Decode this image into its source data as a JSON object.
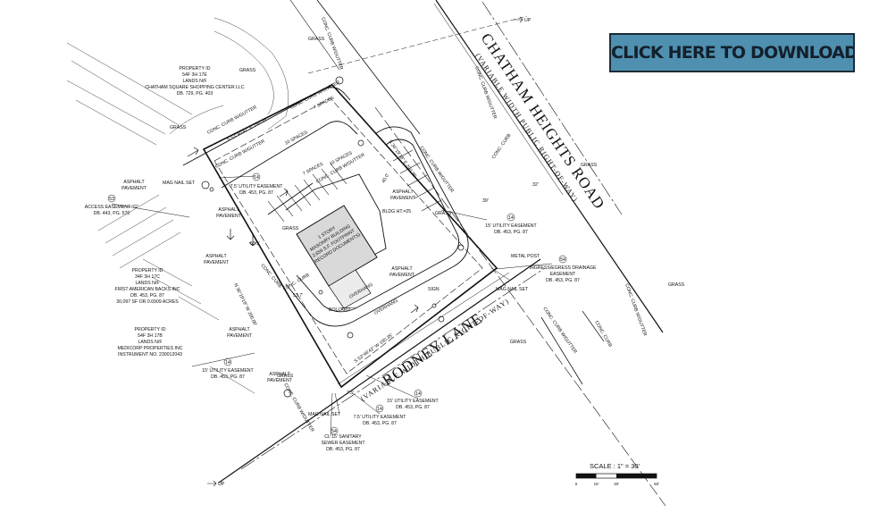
{
  "cta": {
    "label": "CLICK HERE TO DOWNLOAD SURVEY"
  },
  "roads": {
    "chatham_name": "CHATHAM HEIGHTS ROAD",
    "chatham_row": "(VARIABLE WIDTH PUBLIC RIGHT-OF-WAY)",
    "rodney_name": "RODNEY LANE",
    "rodney_row": "(VARIABLE WIDTH PUBLIC RIGHT-OF-WAY)"
  },
  "parcels": {
    "north": [
      "PROPERTY ID",
      "54F 3H 17E",
      "LANDS N/F",
      "CHATHAM SQUARE SHOPPING CENTER LLC",
      "DB. 729, PG. 403"
    ],
    "west": [
      "PROPERTY ID",
      "34F 3H 17C",
      "LANDS N/F",
      "FIRST AMERICAN BACKS INC",
      "DB. 453, PG. 87",
      "30,097 SF OR 0.6909 ACRES"
    ],
    "southwest": [
      "PROPERTY ID",
      "54F 3H 17B",
      "LANDS N/F",
      "MEDICORP PROPERTIES INC",
      "INSTRUMENT NO. 230012043"
    ]
  },
  "building": [
    "1 STORY",
    "MASONRY BUILDING",
    "2,659 S.F. FOOTPRINT",
    "(RECORD DOCUMENTS)"
  ],
  "bldg_height": "BLDG HT.=25",
  "easements": {
    "access": [
      "ACCESS EASEMENT \"G\"",
      "DB. 443, PG. 570"
    ],
    "util_top": [
      "7.5' UTILITY EASEMENT",
      "DB. 453, PG. 87"
    ],
    "util_right": [
      "15' UTILITY EASEMENT",
      "DB. 453, PG. 87"
    ],
    "drainage": [
      "INGRESS/EGRESS DRAINAGE",
      "EASEMENT",
      "DB. 453, PG. 87"
    ],
    "util_left": [
      "15' UTILITY EASEMENT",
      "DB. 453, PG. 87"
    ],
    "util_bottom15": [
      "15' UTILITY EASEMENT",
      "DB. 453, PG. 87"
    ],
    "util_bottom75": [
      "7.5' UTILITY EASEMENT",
      "DB. 453, PG. 87"
    ],
    "sewer": [
      "CL 15' SANITARY",
      "SEWER EASEMENT",
      "DB. 453, PG. 87"
    ]
  },
  "bearings": {
    "top": "S 53°40'42\" E 150.35'",
    "right": "S 36°19'18\" E 200.35'",
    "left": "N 36°19'18\" W 200.00'",
    "bottom": "S 53°46'42\" W 150.35'"
  },
  "labels": {
    "grass": "GRASS",
    "asphalt": "ASPHALT",
    "pavement": "PAVEMENT",
    "curb": "CONC. CURB W/GUTTER",
    "conc_curb": "CONC. CURB",
    "mag_nail": "MAG NAIL SET",
    "metal_post": "METAL POST",
    "bollard": "BOLLARD",
    "overhang": "OVERHANG",
    "spaces7": "7 SPACES",
    "spaces10": "10 SPACES",
    "sign": "SIGN",
    "up": "UP",
    "dim_53_5": "53.5'",
    "dim_53_7": "53.7'",
    "dim_40": "40.0'",
    "dim_39": "39'",
    "dim_32": "32'",
    "dim_7_5": "7.5'",
    "circle_53": "53",
    "circle_14": "14",
    "circle_54": "54"
  },
  "scale": {
    "label": "SCALE : 1\" = 30'",
    "ticks": [
      "0",
      "15'",
      "30'",
      "60'"
    ]
  }
}
